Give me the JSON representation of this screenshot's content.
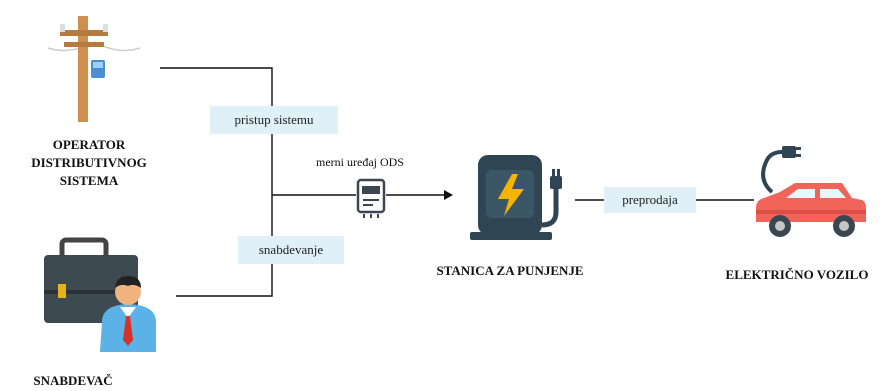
{
  "nodes": {
    "operator": {
      "label": "OPERATOR DISTRIBUTIVNOG SISTEMA",
      "icon": "utility-pole-icon"
    },
    "supplier": {
      "label": "SNABDEVAČ",
      "icon": "businessman-with-briefcase-icon"
    },
    "meter": {
      "label": "merni uređaj ODS",
      "icon": "electric-meter-icon"
    },
    "station": {
      "label": "STANICA ZA PUNJENJE",
      "icon": "charging-station-icon"
    },
    "vehicle": {
      "label": "ELEKTRIČNO VOZILO",
      "icon": "electric-car-icon"
    }
  },
  "edges": {
    "system_access": "pristup sistemu",
    "supply": "snabdevanje",
    "resale": "preprodaja"
  },
  "colors": {
    "label_bg": "#dff0f8",
    "station_body": "#2f4553",
    "bolt": "#f5b400",
    "car_body": "#f0645a",
    "meter_dark": "#3a4750"
  }
}
